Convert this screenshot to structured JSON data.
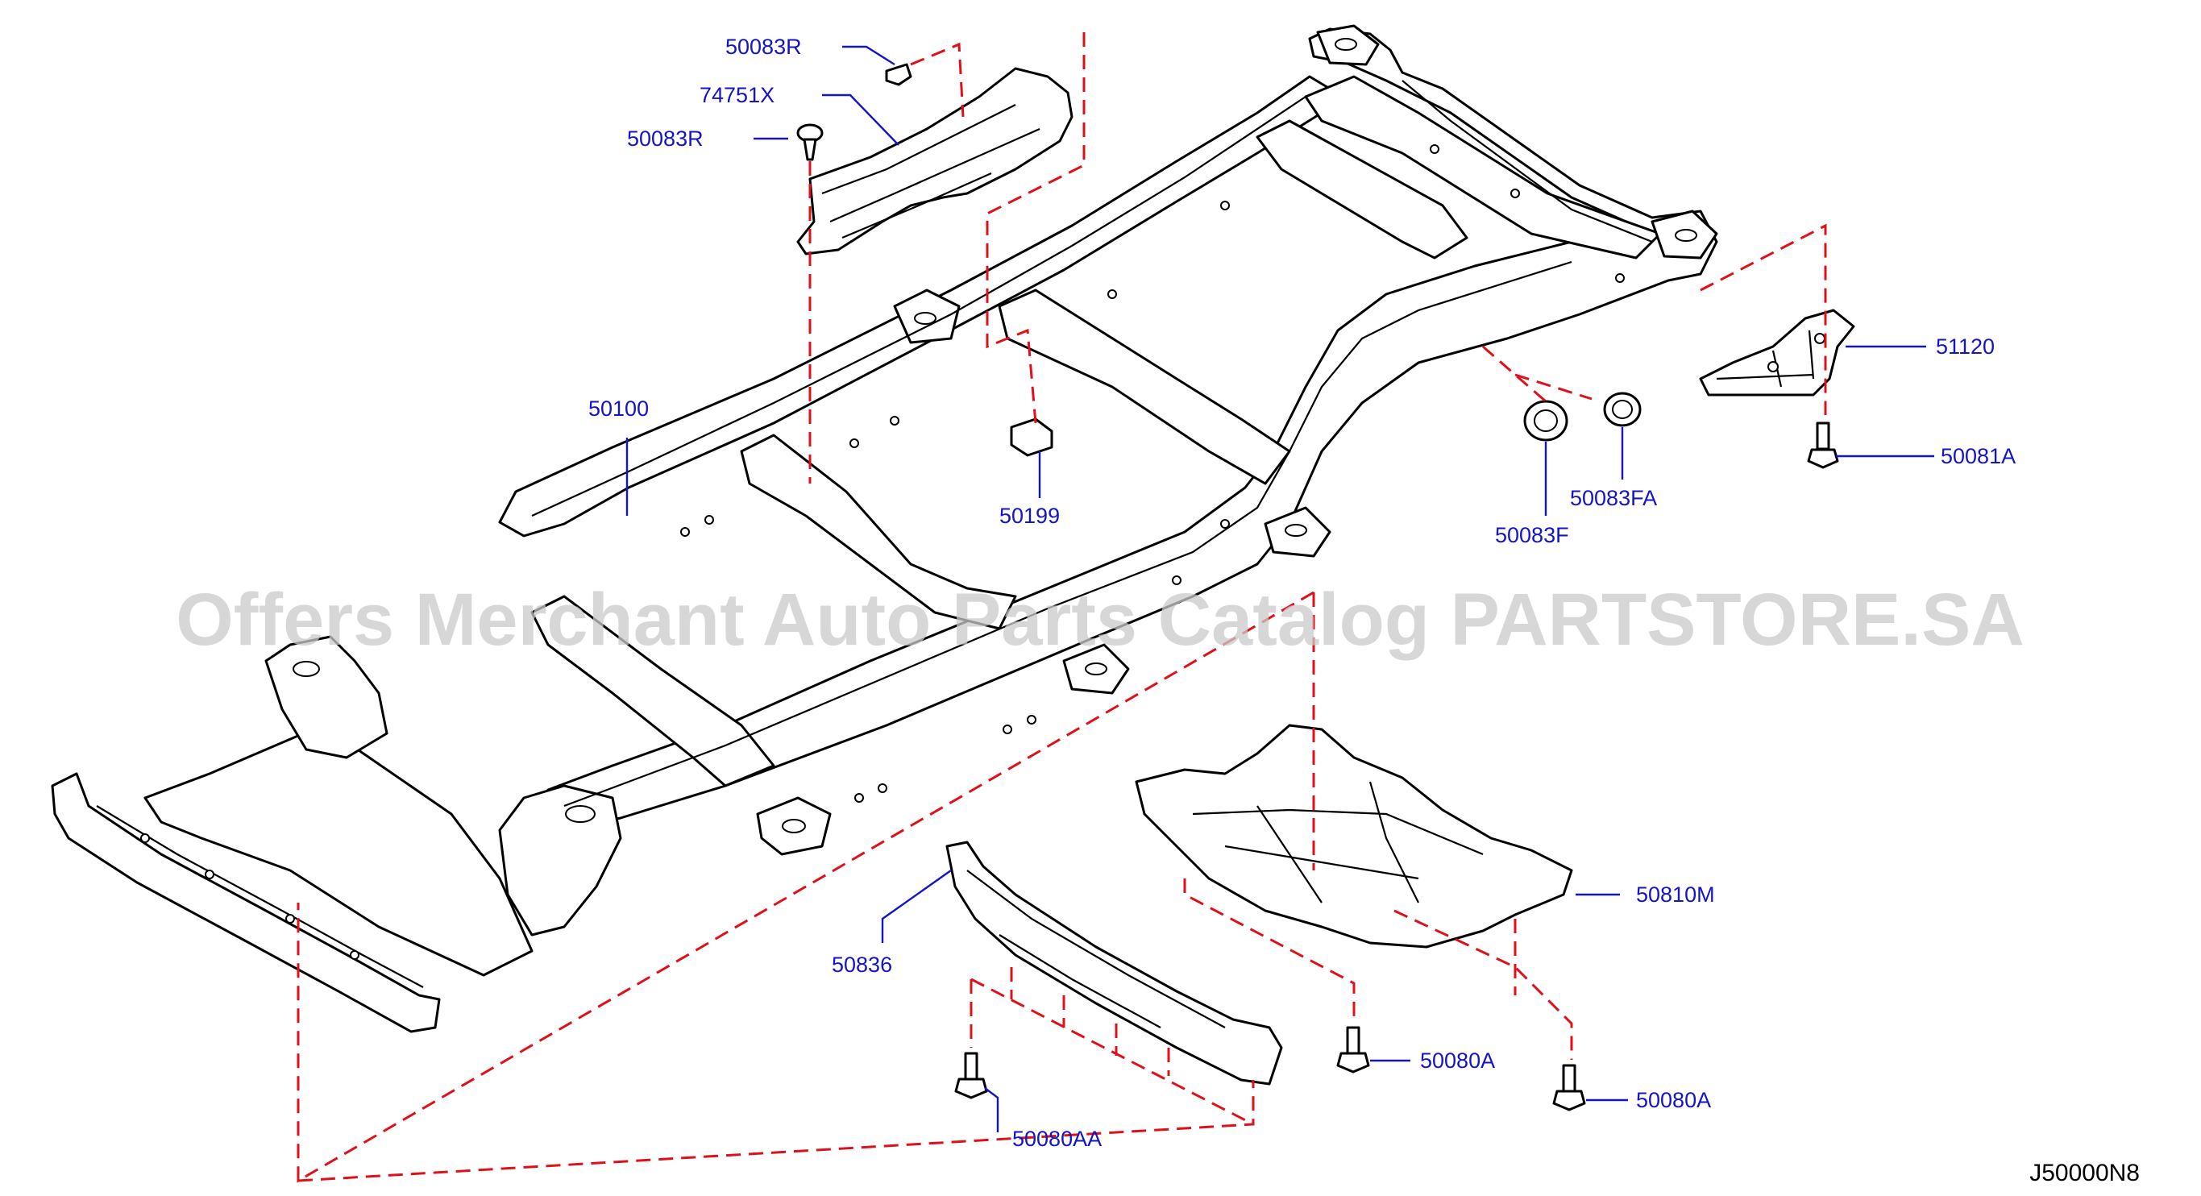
{
  "watermark": "Offers Merchant Auto Parts Catalog PARTSTORE.SA",
  "figure_ref": "J50000N8",
  "colors": {
    "label": "#1414c8",
    "guide": "#e0101a",
    "line": "#000000",
    "watermark": "#c9c9c9"
  },
  "labels": {
    "clip_top": "50083R",
    "heat_shield": "74751X",
    "clip_left": "50083R",
    "frame": "50100",
    "spacer": "50199",
    "bracket": "51120",
    "bolt_bracket": "50081A",
    "plug": "50083F",
    "plug_seal": "50083FA",
    "under_cover": "50810M",
    "front_cover": "50836",
    "bolt_cover_left": "50080A",
    "bolt_cover_right": "50080A",
    "bolt_front": "50080AA"
  }
}
